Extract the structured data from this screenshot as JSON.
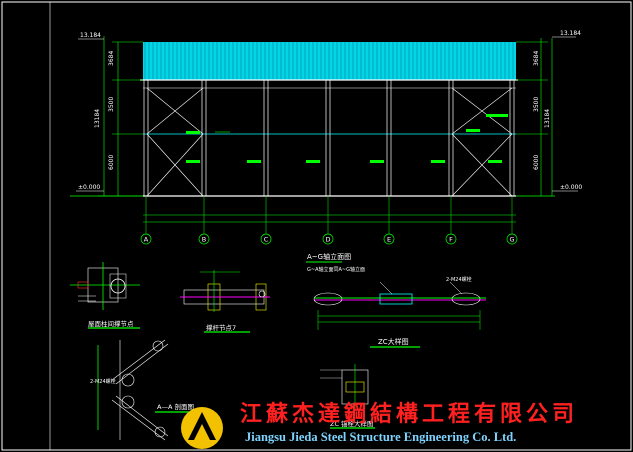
{
  "elevation": {
    "level_top": "13.184",
    "level_top_right": "13.184",
    "level_zero_left": "±0.000",
    "level_zero_right": "±0.000",
    "left_dims": [
      "3684",
      "3500",
      "6000"
    ],
    "left_total": "13184",
    "right_dims": [
      "3684",
      "3500",
      "6000"
    ],
    "right_total": "13184",
    "axes": [
      "A",
      "B",
      "C",
      "D",
      "E",
      "F",
      "G"
    ]
  },
  "details": {
    "detail_left_title": "屋面柱间撑节点",
    "detail_mid_title": "撑杆节点7",
    "detail_right_title": "A~G轴立面图",
    "detail_right_note": "G~A轴立面同A~G轴立面",
    "brace_title": "ZC大样图",
    "section_title": "A—A 剖面图",
    "section2_title": "ZC 锚栓大样图",
    "label_2m24": "2-M24螺栓",
    "label_2m24_b": "2-M24螺栓"
  },
  "logo": {
    "company_cn": "江蘇杰達鋼結構工程有限公司",
    "company_en": "Jiangsu Jieda Steel Structure Engineering Co. Ltd."
  },
  "colors": {
    "background": "#000000",
    "lines_green": "#00ff00",
    "roof_cyan": "#00e5ff",
    "logo_red": "#ff2020",
    "logo_gold": "#f2c200"
  }
}
